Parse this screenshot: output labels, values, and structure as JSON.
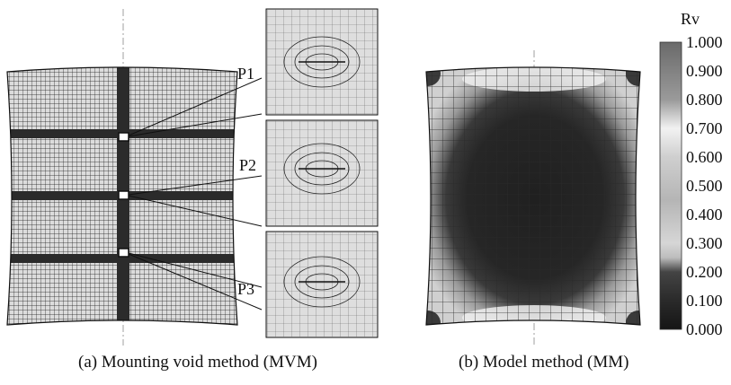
{
  "panels": {
    "left_caption": "(a) Mounting void method (MVM)",
    "right_caption": "(b) Model method (MM)",
    "points": [
      "P1",
      "P2",
      "P3"
    ]
  },
  "colorbar": {
    "title": "Rv",
    "ticks": [
      "1.000",
      "0.900",
      "0.800",
      "0.700",
      "0.600",
      "0.500",
      "0.400",
      "0.300",
      "0.200",
      "0.100",
      "0.000"
    ]
  }
}
